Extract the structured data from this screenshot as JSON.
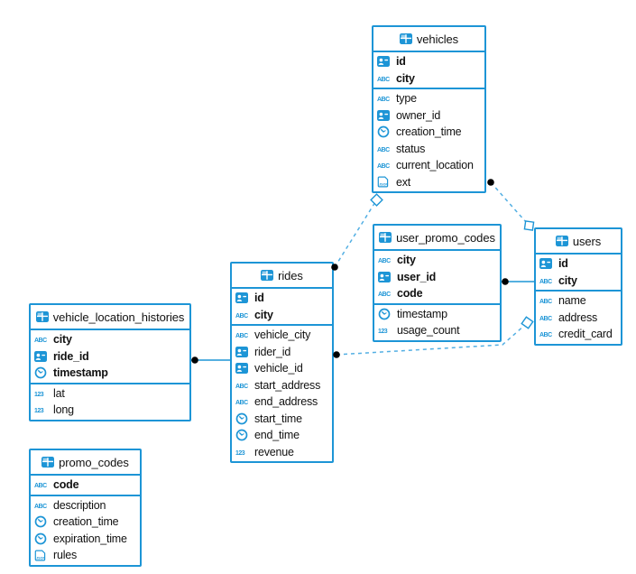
{
  "diagram": {
    "colors": {
      "accent": "#1d95d6",
      "dashed_line": "#53afe3",
      "dot": "#000000",
      "background": "#ffffff",
      "text": "#111111"
    },
    "tables": [
      {
        "name": "vehicles",
        "icon": "table-icon",
        "primary_fields": [
          {
            "name": "id",
            "icon": "id-badge-icon"
          },
          {
            "name": "city",
            "icon": "abc-text-icon"
          }
        ],
        "fields": [
          {
            "name": "type",
            "icon": "abc-text-icon"
          },
          {
            "name": "owner_id",
            "icon": "id-badge-icon"
          },
          {
            "name": "creation_time",
            "icon": "clock-icon"
          },
          {
            "name": "status",
            "icon": "abc-text-icon"
          },
          {
            "name": "current_location",
            "icon": "abc-text-icon"
          },
          {
            "name": "ext",
            "icon": "json-icon"
          }
        ]
      },
      {
        "name": "user_promo_codes",
        "icon": "table-icon",
        "primary_fields": [
          {
            "name": "city",
            "icon": "abc-text-icon"
          },
          {
            "name": "user_id",
            "icon": "id-badge-icon"
          },
          {
            "name": "code",
            "icon": "abc-text-icon"
          }
        ],
        "fields": [
          {
            "name": "timestamp",
            "icon": "clock-icon"
          },
          {
            "name": "usage_count",
            "icon": "number-123-icon"
          }
        ]
      },
      {
        "name": "users",
        "icon": "table-icon",
        "primary_fields": [
          {
            "name": "id",
            "icon": "id-badge-icon"
          },
          {
            "name": "city",
            "icon": "abc-text-icon"
          }
        ],
        "fields": [
          {
            "name": "name",
            "icon": "abc-text-icon"
          },
          {
            "name": "address",
            "icon": "abc-text-icon"
          },
          {
            "name": "credit_card",
            "icon": "abc-text-icon"
          }
        ]
      },
      {
        "name": "rides",
        "icon": "table-icon",
        "primary_fields": [
          {
            "name": "id",
            "icon": "id-badge-icon"
          },
          {
            "name": "city",
            "icon": "abc-text-icon"
          }
        ],
        "fields": [
          {
            "name": "vehicle_city",
            "icon": "abc-text-icon"
          },
          {
            "name": "rider_id",
            "icon": "id-badge-icon"
          },
          {
            "name": "vehicle_id",
            "icon": "id-badge-icon"
          },
          {
            "name": "start_address",
            "icon": "abc-text-icon"
          },
          {
            "name": "end_address",
            "icon": "abc-text-icon"
          },
          {
            "name": "start_time",
            "icon": "clock-icon"
          },
          {
            "name": "end_time",
            "icon": "clock-icon"
          },
          {
            "name": "revenue",
            "icon": "number-123-icon"
          }
        ]
      },
      {
        "name": "vehicle_location_histories",
        "icon": "table-icon",
        "primary_fields": [
          {
            "name": "city",
            "icon": "abc-text-icon"
          },
          {
            "name": "ride_id",
            "icon": "id-badge-icon"
          },
          {
            "name": "timestamp",
            "icon": "clock-icon"
          }
        ],
        "fields": [
          {
            "name": "lat",
            "icon": "number-123-icon"
          },
          {
            "name": "long",
            "icon": "number-123-icon"
          }
        ]
      },
      {
        "name": "promo_codes",
        "icon": "table-icon",
        "primary_fields": [
          {
            "name": "code",
            "icon": "abc-text-icon"
          }
        ],
        "fields": [
          {
            "name": "description",
            "icon": "abc-text-icon"
          },
          {
            "name": "creation_time",
            "icon": "clock-icon"
          },
          {
            "name": "expiration_time",
            "icon": "clock-icon"
          },
          {
            "name": "rules",
            "icon": "json-icon"
          }
        ]
      }
    ],
    "relationships": [
      {
        "from": "rides",
        "to": "vehicles",
        "line": "dashed",
        "from_marker": "black-dot",
        "to_marker": "open-diamond"
      },
      {
        "from": "vehicles",
        "to": "users",
        "line": "dashed",
        "from_marker": "black-dot",
        "to_marker": "open-diamond"
      },
      {
        "from": "user_promo_codes",
        "to": "users",
        "line": "solid",
        "from_marker": "black-dot",
        "to_marker": "none"
      },
      {
        "from": "rides",
        "to": "users",
        "line": "dashed",
        "from_marker": "black-dot",
        "to_marker": "open-diamond"
      },
      {
        "from": "vehicle_location_histories",
        "to": "rides",
        "line": "solid",
        "from_marker": "black-dot",
        "to_marker": "none"
      }
    ]
  }
}
